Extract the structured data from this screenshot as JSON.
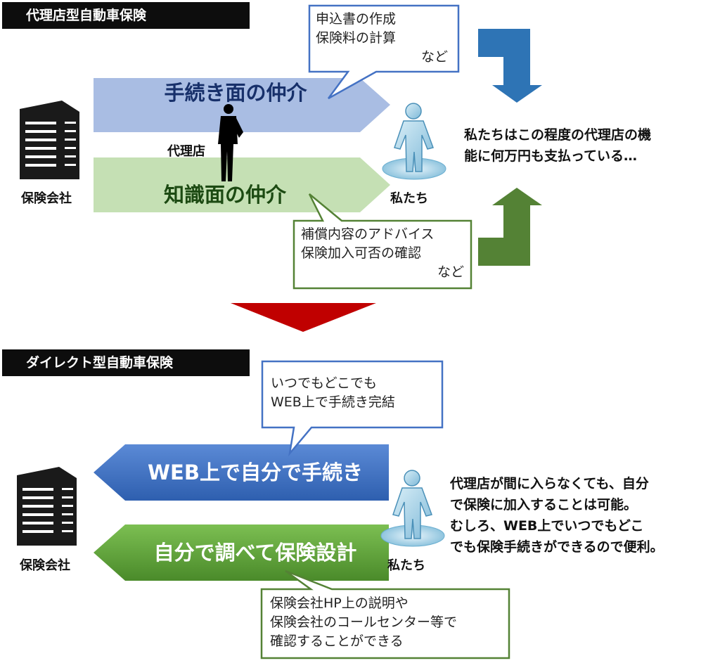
{
  "agency": {
    "title": "代理店型自動車保険",
    "band_procedure": "手続き面の仲介",
    "band_knowledge": "知識面の仲介",
    "agent_label": "代理店",
    "company_label": "保険会社",
    "us_label": "私たち",
    "callout_top": [
      "申込書の作成",
      "保険料の計算",
      "など"
    ],
    "callout_bottom": [
      "補償内容のアドバイス",
      "保険加入可否の確認",
      "など"
    ],
    "description": [
      "私たちはこの程度の代理店の機",
      "能に何万円も支払っている…"
    ]
  },
  "direct": {
    "title": "ダイレクト型自動車保険",
    "band_web": "WEB上で自分で手続き",
    "band_self": "自分で調べて保険設計",
    "company_label": "保険会社",
    "us_label": "私たち",
    "callout_top": [
      "いつでもどこでも",
      "WEB上で手続き完結"
    ],
    "callout_bottom": [
      "保険会社HP上の説明や",
      "保険会社のコールセンター等で",
      "確認することができる"
    ],
    "description": [
      "代理店が間に入らなくても、自分",
      "で保険に加入することは可能。",
      "むしろ、WEB上でいつでもどこ",
      "でも保険手続きができるので便利。"
    ]
  },
  "colors": {
    "procedure_band": "#a9bde3",
    "knowledge_band": "#c5e0b4",
    "web_band": "#3a6fc4",
    "self_band": "#5b9d3a",
    "blue_arrow": "#2e74b5",
    "green_arrow": "#548235",
    "down_arrow": "#c00000",
    "callout_blue": "#4472c4",
    "callout_green": "#548235"
  }
}
